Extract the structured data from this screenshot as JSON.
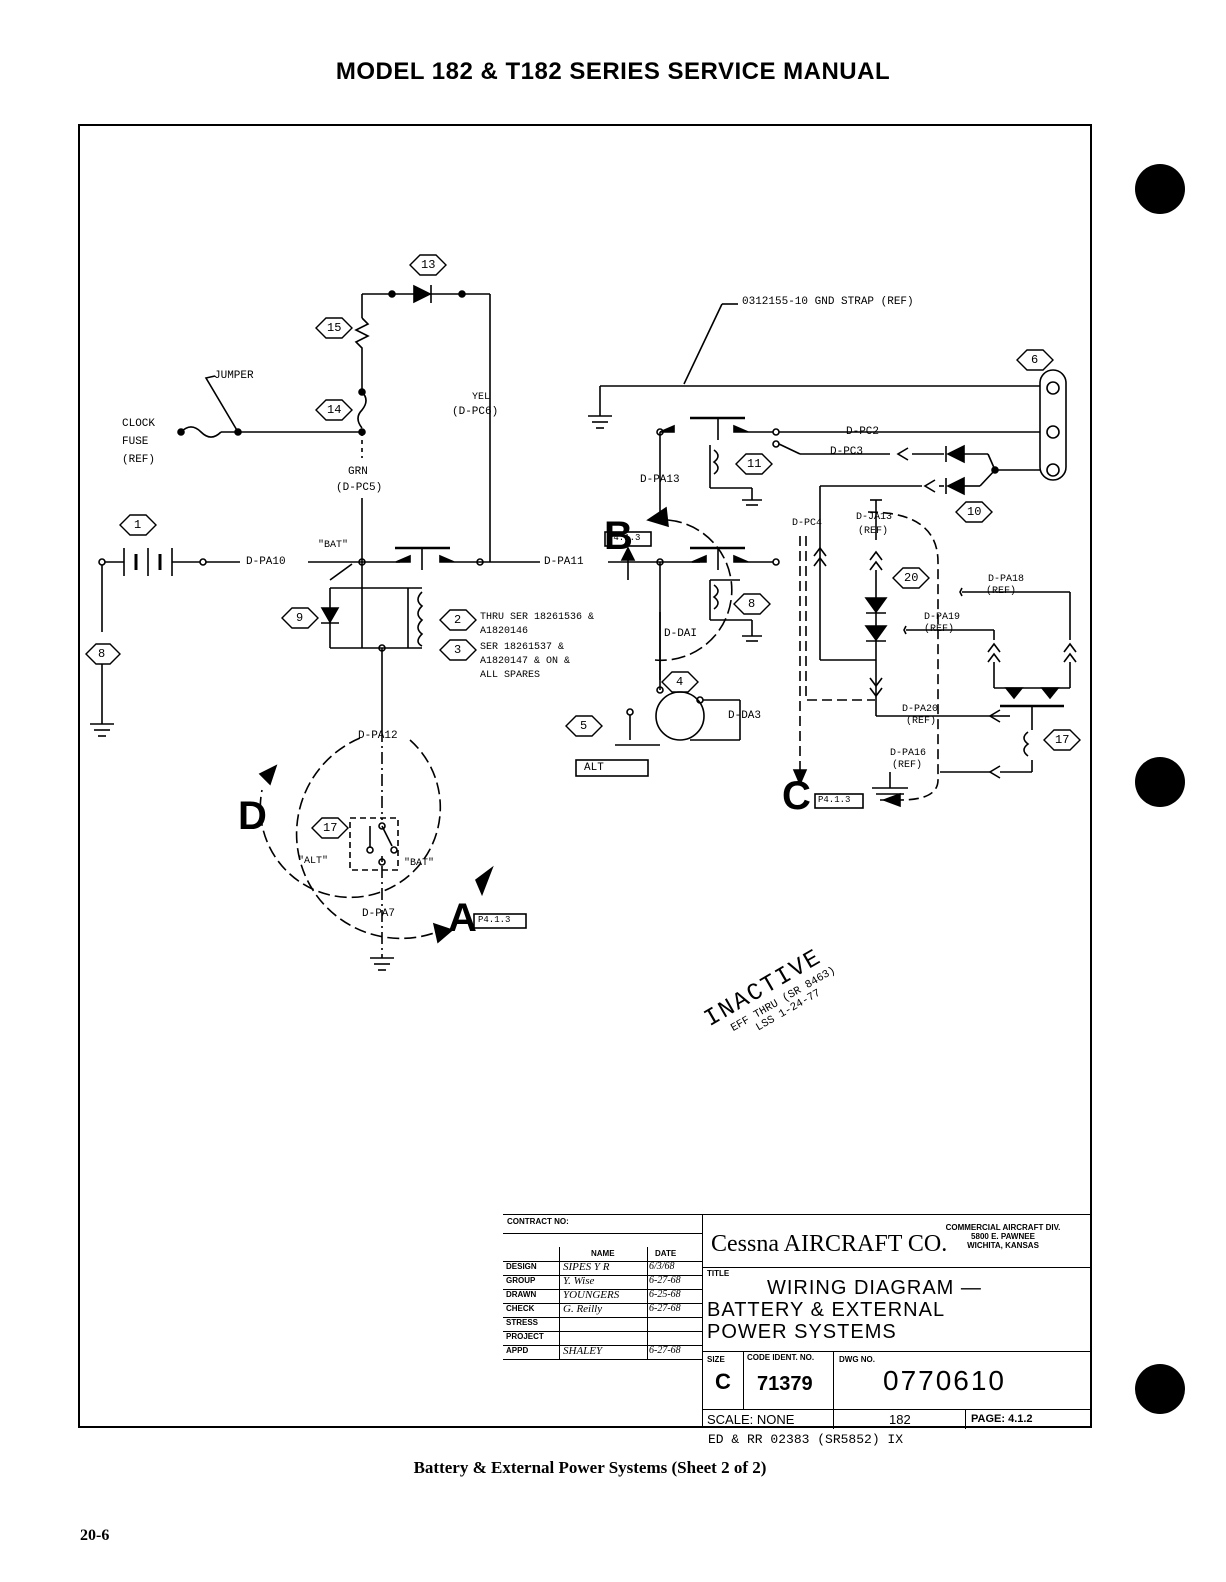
{
  "header": "MODEL 182 & T182 SERIES SERVICE MANUAL",
  "caption": "Battery & External Power Systems (Sheet 2 of 2)",
  "page_number": "20-6",
  "labels": {
    "gnd_strap": "0312155-10 GND STRAP (REF)",
    "jumper": "JUMPER",
    "clock_fuse_1": "CLOCK",
    "clock_fuse_2": "FUSE",
    "clock_fuse_3": "(REF)",
    "yel_1": "YEL",
    "yel_2": "(D-PC6)",
    "grn_1": "GRN",
    "grn_2": "(D-PC5)",
    "dpa10": "D-PA10",
    "bat_q": "\"BAT\"",
    "dpa11": "D-PA11",
    "dpc2": "D-PC2",
    "dpc3": "D-PC3",
    "dpa13": "D-PA13",
    "dpc4": "D-PC4",
    "dja13_1": "D-JA13",
    "dja13_2": "(REF)",
    "dpa18_1": "D-PA18",
    "dpa18_2": "(REF)",
    "dpa19_1": "D-PA19",
    "dpa19_2": "(REF)",
    "dpa20_1": "D-PA20",
    "dpa20_2": "(REF)",
    "dpa16_1": "D-PA16",
    "dpa16_2": "(REF)",
    "dai": "D-DAI",
    "da3": "D-DA3",
    "alt_box": "ALT",
    "dpa12": "D-PA12",
    "dpa7": "D-PA7",
    "alt_q": "\"ALT\"",
    "bat_q2": "\"BAT\"",
    "note_1": "THRU SER 18261536 &",
    "note_2": "A1820146",
    "note_3": "SER 18261537 &",
    "note_4": "A1820147 & ON &",
    "note_5": "ALL SPARES",
    "ref_b": "B",
    "ref_c": "C",
    "ref_d": "D",
    "ref_a": "A",
    "p413": "P4.1.3",
    "stamp_1": "INACTIVE",
    "stamp_2": "EFF THRU (SR 8463)",
    "stamp_3": "LSS 1-24-77"
  },
  "callouts": [
    "1",
    "2",
    "3",
    "4",
    "5",
    "6",
    "8",
    "8",
    "9",
    "10",
    "11",
    "13",
    "14",
    "15",
    "17",
    "17",
    "20"
  ],
  "title_block": {
    "contract": "CONTRACT NO:",
    "col_name": "NAME",
    "col_date": "DATE",
    "rows": [
      {
        "role": "DESIGN",
        "name": "SIPES Y R",
        "date": "6/3/68"
      },
      {
        "role": "GROUP",
        "name": "Y. Wise",
        "date": "6-27-68"
      },
      {
        "role": "DRAWN",
        "name": "YOUNGERS",
        "date": "6-25-68"
      },
      {
        "role": "CHECK",
        "name": "G. Reilly",
        "date": "6-27-68"
      },
      {
        "role": "STRESS",
        "name": "",
        "date": ""
      },
      {
        "role": "PROJECT",
        "name": "",
        "date": ""
      },
      {
        "role": "APPD",
        "name": "SHALEY",
        "date": "6-27-68"
      }
    ],
    "company": "Cessna AIRCRAFT CO.",
    "division_1": "COMMERCIAL AIRCRAFT DIV.",
    "division_2": "5800 E. PAWNEE",
    "division_3": "WICHITA, KANSAS",
    "title_label": "TITLE",
    "title_1": "WIRING DIAGRAM —",
    "title_2": "BATTERY & EXTERNAL",
    "title_3": "POWER SYSTEMS",
    "size_label": "SIZE",
    "size": "C",
    "code_label": "CODE IDENT. NO.",
    "code": "71379",
    "dwg_label": "DWG NO.",
    "dwg": "0770610",
    "scale": "SCALE: NONE",
    "model": "182",
    "page": "PAGE: 4.1.2",
    "revision": "ED & RR 02383 (SR5852) IX"
  }
}
